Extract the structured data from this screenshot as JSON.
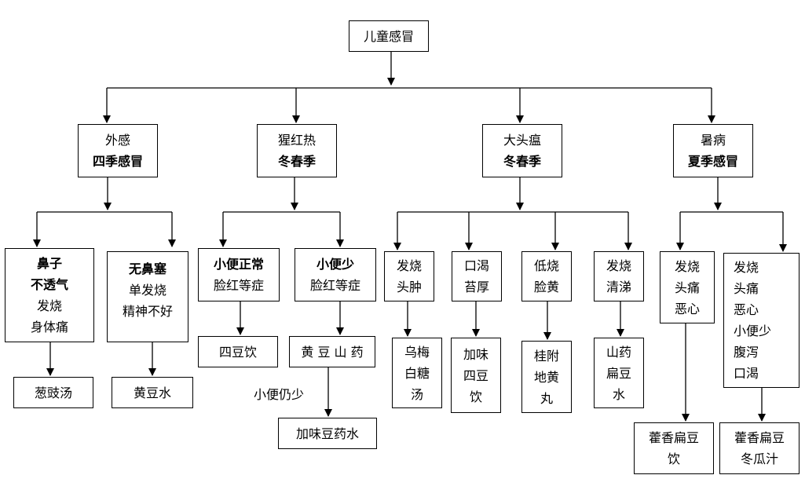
{
  "nodes": {
    "root": [
      "儿童感冒"
    ],
    "waigan": [
      "外感",
      "四季感冒"
    ],
    "xinghong": [
      "猩红热",
      "冬春季"
    ],
    "datou": [
      "大头瘟",
      "冬春季"
    ],
    "shubing": [
      "暑病",
      "夏季感冒"
    ],
    "bizi": [
      "鼻子",
      "不透气",
      "发烧",
      "身体痛"
    ],
    "wubisai": [
      "无鼻塞",
      "单发烧",
      "精神不好"
    ],
    "xb_normal": [
      "小便正常",
      "脸红等症"
    ],
    "xb_less": [
      "小便少",
      "脸红等症"
    ],
    "fs_touzhong": [
      "发烧",
      "头肿"
    ],
    "kouke": [
      "口渴",
      "苔厚"
    ],
    "dishao": [
      "低烧",
      "脸黄"
    ],
    "fs_qingti": [
      "发烧",
      "清涕"
    ],
    "fs_toutong": [
      "发烧",
      "头痛",
      "恶心"
    ],
    "fs_multi": [
      "发烧",
      "头痛",
      "恶心",
      "小便少",
      "腹泻",
      "口渴"
    ],
    "congchi": [
      "葱豉汤"
    ],
    "huangdoushui": [
      "黄豆水"
    ],
    "sidouyin": [
      "四豆饮"
    ],
    "huangdoushanyao": [
      "黄 豆 山 药"
    ],
    "jiawei_yaoshui": [
      "加味豆药水"
    ],
    "wumei": [
      "乌梅",
      "白糖",
      "汤"
    ],
    "jiawei_sidou": [
      "加味",
      "四豆",
      "饮"
    ],
    "guifu": [
      "桂附",
      "地黄",
      "丸"
    ],
    "shanyao": [
      "山药",
      "扁豆",
      "水"
    ],
    "huoxiang_yin": [
      "藿香扁豆",
      "饮"
    ],
    "huoxiang_dgz": [
      "藿香扁豆",
      "冬瓜汁"
    ]
  },
  "edge_labels": {
    "xiaobian_rengshao": "小便仍少"
  }
}
